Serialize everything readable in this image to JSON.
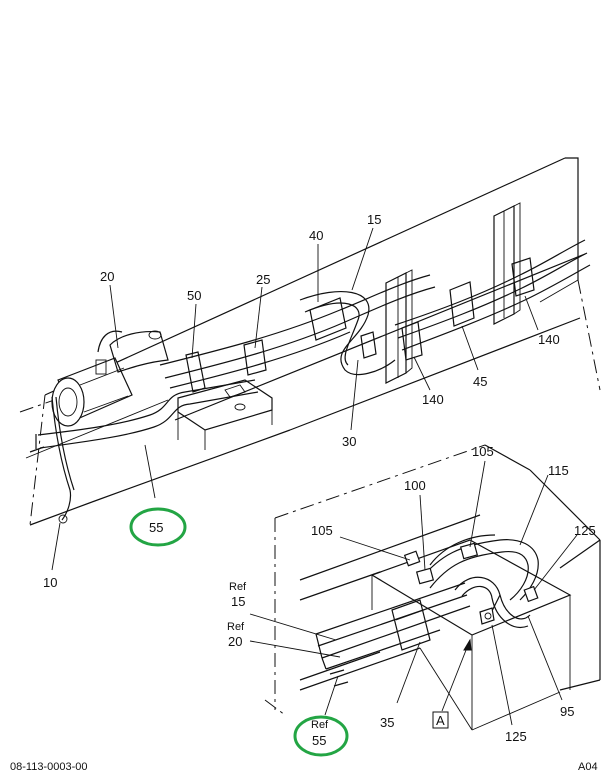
{
  "callouts": {
    "c20_top": "20",
    "c50": "50",
    "c25": "25",
    "c40": "40",
    "c15_top": "15",
    "c140_right": "140",
    "c140_mid": "140",
    "c45": "45",
    "c30": "30",
    "c55_top": "55",
    "c10": "10",
    "c105_top": "105",
    "c100": "100",
    "c115": "115",
    "c105_left": "105",
    "c125_right": "125",
    "ref_label_1": "Ref",
    "c15_ref": "15",
    "ref_label_2": "Ref",
    "c20_ref": "20",
    "c35": "35",
    "c125_bottom": "125",
    "c95": "95",
    "view_a": "A",
    "ref_label_3": "Ref",
    "c55_ref": "55"
  },
  "footer": {
    "drawing_number": "08-113-0003-00",
    "sheet": "A04"
  },
  "highlight_color": "#23a544"
}
